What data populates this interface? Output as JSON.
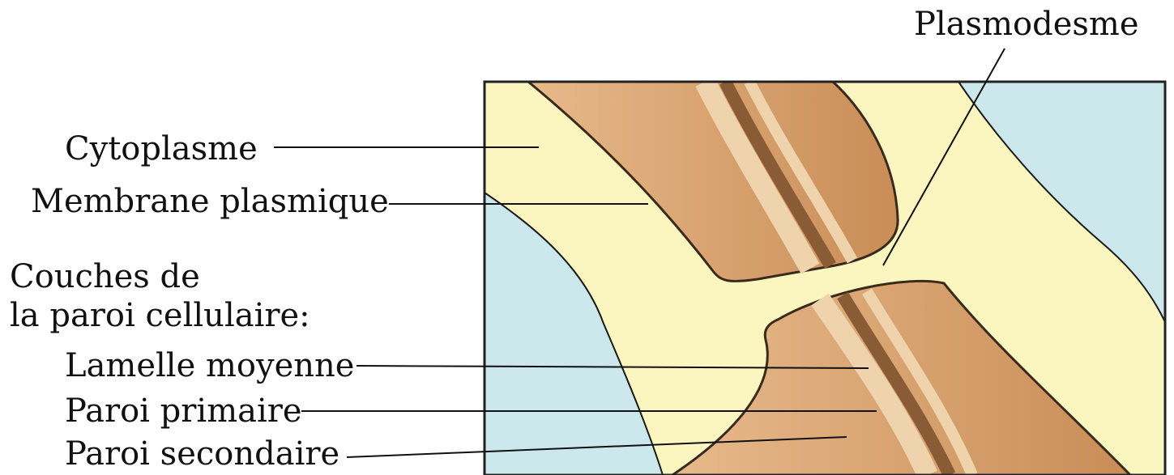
{
  "labels": {
    "plasmodesme": "Plasmodesme",
    "cytoplasme": "Cytoplasme",
    "membrane_plasmique": "Membrane plasmique",
    "couches_line1": "Couches de",
    "couches_line2": "la paroi cellulaire:",
    "lamelle_moyenne": "Lamelle moyenne",
    "paroi_primaire": "Paroi primaire",
    "paroi_secondaire": "Paroi secondaire"
  },
  "colors": {
    "cytoplasm": "#fbf5bf",
    "vacuole": "#cde8ec",
    "wall_outer": "#d9a36d",
    "wall_primary": "#e8c59a",
    "middle_lamella": "#8a5c36",
    "membrane": "#3a2a1c",
    "leader_line": "#111111",
    "frame": "#222222"
  }
}
